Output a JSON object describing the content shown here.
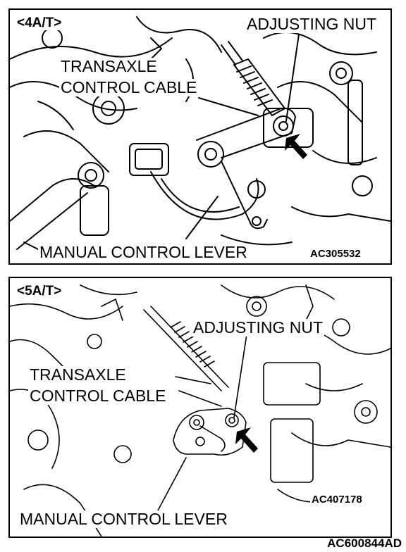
{
  "figure_code": "AC600844AD",
  "panels": [
    {
      "variant": "<4A/T>",
      "labels": {
        "adjusting_nut": "ADJUSTING NUT",
        "cable_line1": "TRANSAXLE",
        "cable_line2": "CONTROL CABLE",
        "lever": "MANUAL CONTROL LEVER"
      },
      "code": "AC305532"
    },
    {
      "variant": "<5A/T>",
      "labels": {
        "adjusting_nut": "ADJUSTING NUT",
        "cable_line1": "TRANSAXLE",
        "cable_line2": "CONTROL CABLE",
        "lever": "MANUAL CONTROL LEVER"
      },
      "code": "AC407178"
    }
  ]
}
